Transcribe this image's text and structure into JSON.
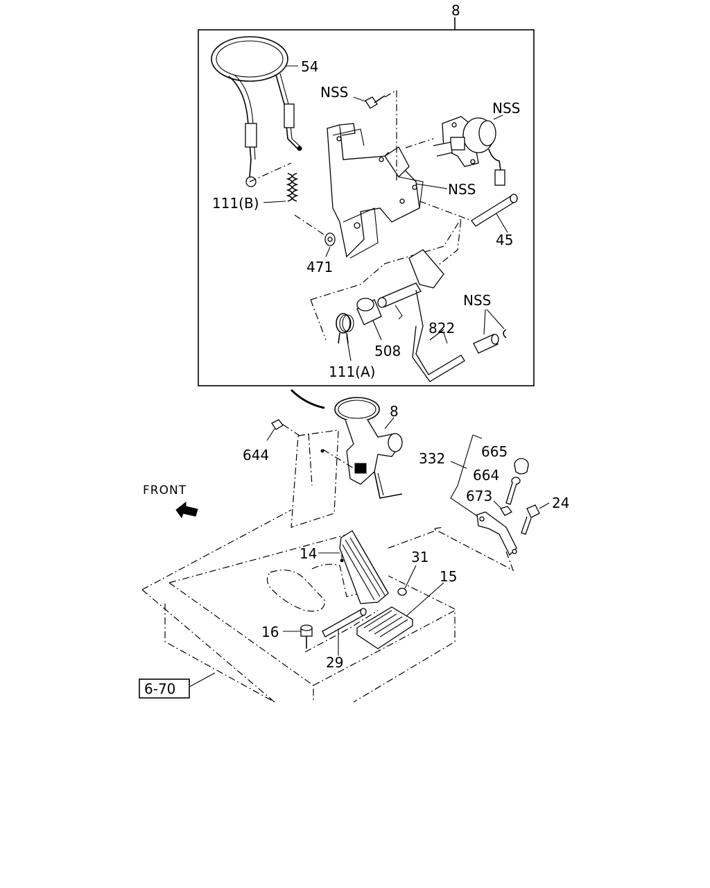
{
  "diagram": {
    "callouts": {
      "assembly_8_top": "8",
      "assembly_8_mid": "8",
      "cable": "54",
      "nss_bolt": "NSS",
      "nss_solenoid": "NSS",
      "nss_bracket": "NSS",
      "nss_clip": "NSS",
      "spring_b": "111(B)",
      "washer_471": "471",
      "pin_45": "45",
      "spring_a": "111(A)",
      "bushing_508": "508",
      "lever_822": "822",
      "nut_644": "644",
      "front": "FRONT",
      "stopper_332": "332",
      "cap_665": "665",
      "bolt_664": "664",
      "nut_673": "673",
      "bolt_24": "24",
      "pedal_14": "14",
      "washer_31": "31",
      "pad_15": "15",
      "bolt_16": "16",
      "pin_29": "29",
      "ref_6_70": "6-70"
    }
  }
}
